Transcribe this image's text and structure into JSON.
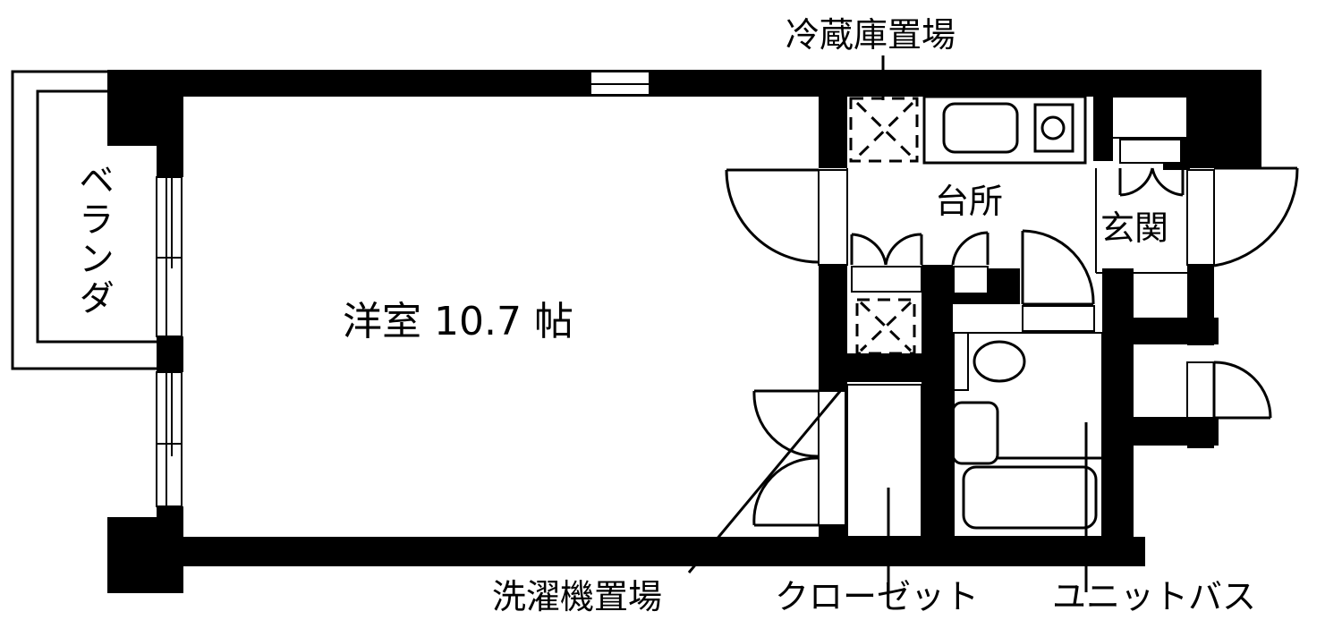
{
  "plan": {
    "wall_color": "#000000",
    "background": "#ffffff",
    "rooms": {
      "western_room": "洋室 10.7 帖",
      "kitchen": "台所",
      "entrance": "玄関",
      "veranda": "ベランダ"
    },
    "callouts": {
      "fridge_space": "冷蔵庫置場",
      "washer_space": "洗濯機置場",
      "closet": "クローゼット",
      "unit_bath": "ユニットバス"
    }
  }
}
